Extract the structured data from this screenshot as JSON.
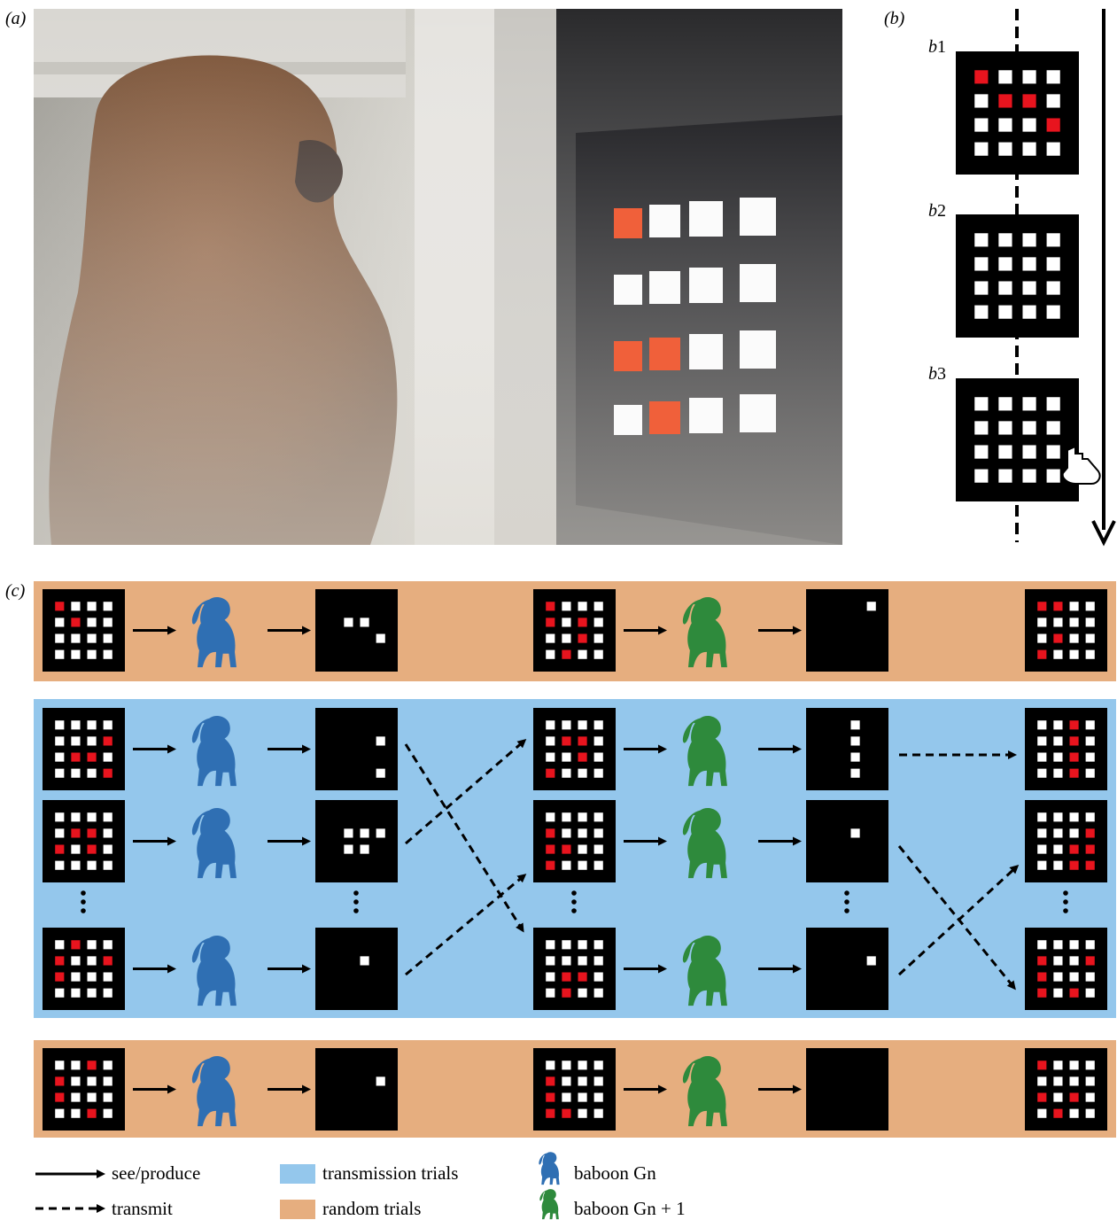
{
  "panels": {
    "a": {
      "letter": "a"
    },
    "b": {
      "letter": "b",
      "steps": [
        {
          "letter": "b",
          "num": "1"
        },
        {
          "letter": "b",
          "num": "2"
        },
        {
          "letter": "b",
          "num": "3"
        }
      ]
    },
    "c": {
      "letter": "c"
    }
  },
  "legend": {
    "see_produce": "see/produce",
    "transmit": "transmit",
    "transmission_trials": "transmission trials",
    "random_trials": "random trials",
    "baboon_gn": "baboon Gn",
    "baboon_gn1": "baboon Gn + 1"
  },
  "colors": {
    "random_band": "#e6ae7f",
    "transmission_band": "#94c7ec",
    "red_cell": "#e8141e",
    "orange_cell": "#f0603a",
    "baboon_gn": "#2f6fb3",
    "baboon_gn1": "#2e8a3c"
  },
  "screen_b1": [
    "1000",
    "0110",
    "0001",
    "0000"
  ],
  "rows_c": [
    {
      "band": "random",
      "grids": [
        [
          "1000",
          "0100",
          "0000",
          "0000"
        ],
        [
          "1111",
          "1001",
          "1110",
          "1111"
        ],
        [
          "1000",
          "1010",
          "0010",
          "0100"
        ],
        [
          "1110",
          "1111",
          "1111",
          "1111"
        ],
        [
          "1100",
          "0000",
          "0100",
          "1000"
        ]
      ]
    },
    {
      "band": "transmission",
      "grids": [
        [
          "0000",
          "0001",
          "0110",
          "0001"
        ],
        [
          "1111",
          "1110",
          "1111",
          "1110"
        ],
        [
          "0000",
          "0110",
          "0010",
          "1000"
        ],
        [
          "1101",
          "1101",
          "1101",
          "1101"
        ],
        [
          "0010",
          "0010",
          "0010",
          "0010"
        ]
      ]
    },
    {
      "band": "transmission",
      "grids": [
        [
          "0000",
          "0110",
          "1010",
          "0000"
        ],
        [
          "1111",
          "1000",
          "1001",
          "1111"
        ],
        [
          "0000",
          "1000",
          "1100",
          "1000"
        ],
        [
          "1111",
          "1101",
          "1111",
          "1111"
        ],
        [
          "0000",
          "0001",
          "0011",
          "0011"
        ]
      ]
    },
    {
      "band": "transmission",
      "grids": [
        [
          "0100",
          "1001",
          "1000",
          "0000"
        ],
        [
          "1111",
          "1101",
          "1111",
          "1111"
        ],
        [
          "0000",
          "0000",
          "0110",
          "0100"
        ],
        [
          "1111",
          "1110",
          "1111",
          "1111"
        ],
        [
          "0000",
          "1001",
          "1000",
          "1010"
        ]
      ]
    },
    {
      "band": "random",
      "grids": [
        [
          "0010",
          "1000",
          "1000",
          "0010"
        ],
        [
          "1111",
          "1110",
          "1111",
          "1111"
        ],
        [
          "0000",
          "1000",
          "1000",
          "1100"
        ],
        [
          "1111",
          "1111",
          "1111",
          "1111"
        ],
        [
          "1000",
          "0000",
          "1010",
          "0100"
        ]
      ]
    }
  ]
}
